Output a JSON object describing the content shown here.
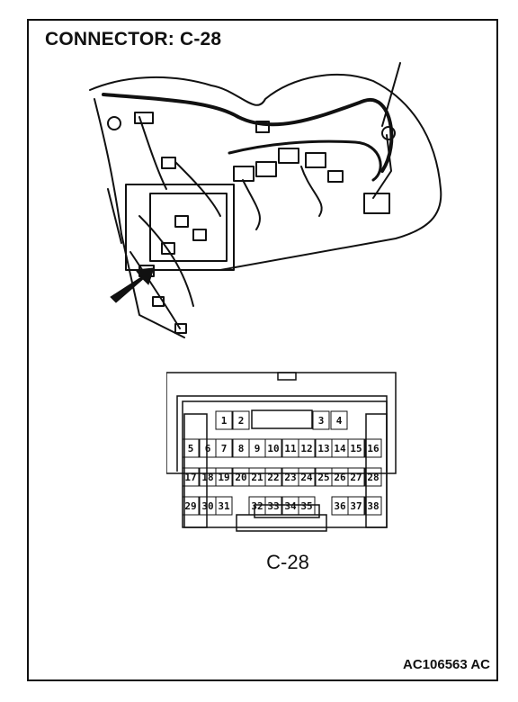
{
  "title": "CONNECTOR: C-28",
  "connector_caption": "C-28",
  "figure_code": "AC106563 AC",
  "pins": {
    "row1": [
      "1",
      "2",
      "3",
      "4"
    ],
    "row2": [
      "5",
      "6",
      "7",
      "8",
      "9",
      "10",
      "11",
      "12",
      "13",
      "14",
      "15",
      "16"
    ],
    "row3": [
      "17",
      "18",
      "19",
      "20",
      "21",
      "22",
      "23",
      "24",
      "25",
      "26",
      "27",
      "28"
    ],
    "row4": [
      "29",
      "30",
      "31",
      "32",
      "33",
      "34",
      "35",
      "36",
      "37",
      "38"
    ]
  }
}
